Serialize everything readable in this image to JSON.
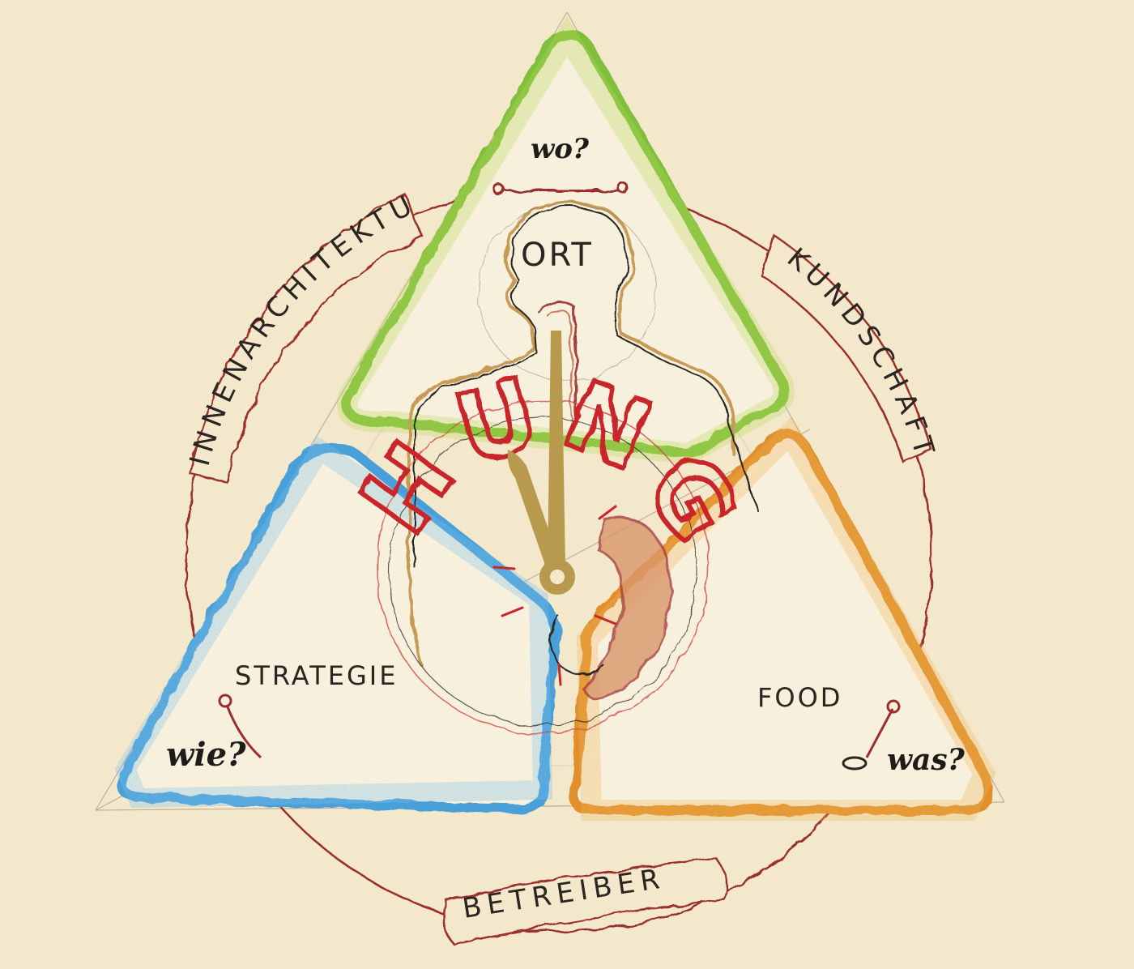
{
  "diagram": {
    "triangles": {
      "top": {
        "label": "ORT",
        "question": "wo?",
        "color": "#8cc63f"
      },
      "left": {
        "label": "STRATEGIE",
        "question": "wie?",
        "color": "#3f9ad6"
      },
      "right": {
        "label": "FOOD",
        "question": "was?",
        "color": "#e39a3a"
      }
    },
    "ring_labels": {
      "left": "INNENARCHITEKTUR",
      "right": "KUNDSCHAFT",
      "bottom": "BETREIBER"
    },
    "center_word": "HUNGER",
    "colors": {
      "background": "#f3e8cc",
      "ring": "#9b2d2d",
      "clock_hands": "#b89a4e",
      "clock_text": "#c8262a",
      "sketch_line": "#2a2520"
    }
  }
}
